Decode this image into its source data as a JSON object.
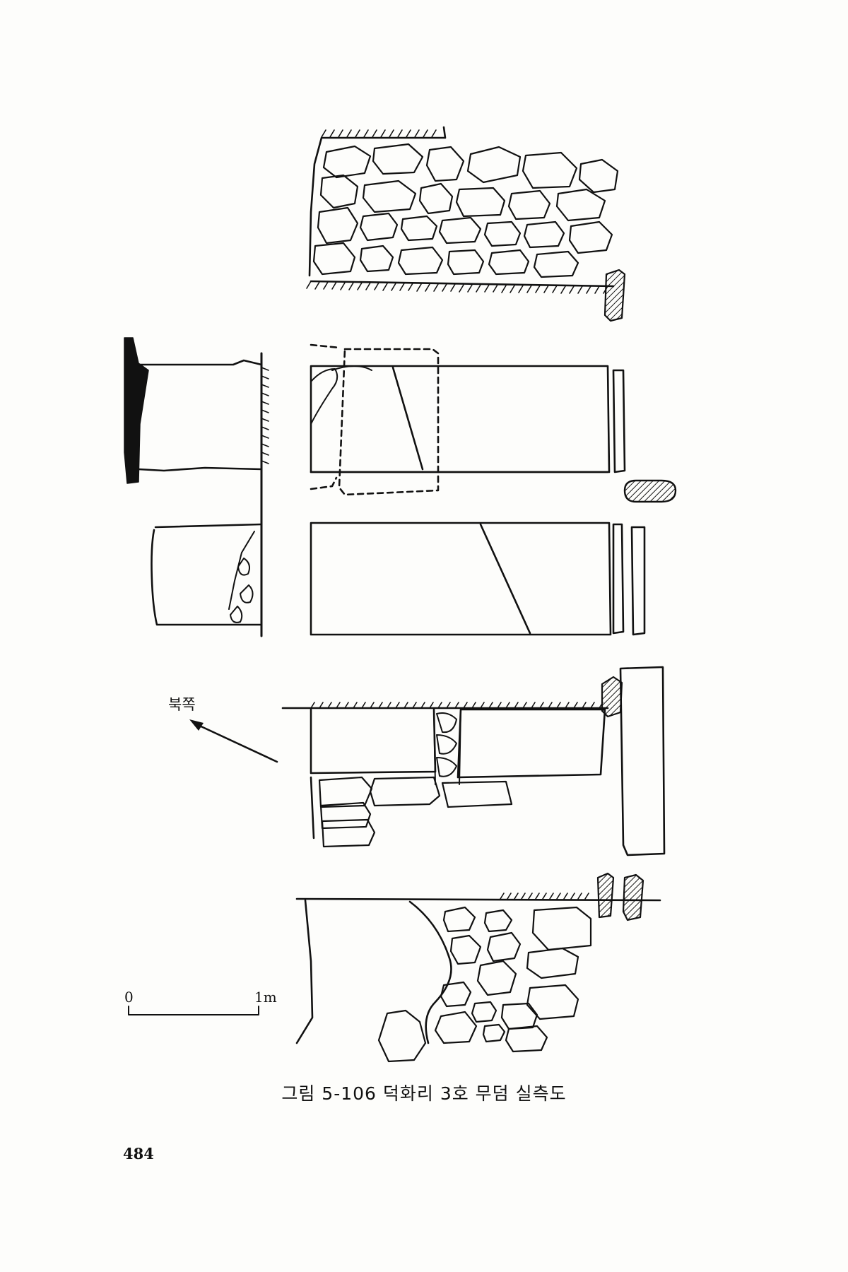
{
  "figure": {
    "north_label": "북쪽",
    "scale_start": "0",
    "scale_end": "1m",
    "caption": "그림 5-106  덕화리 3호 무덤 실측도"
  },
  "page_number": "484"
}
